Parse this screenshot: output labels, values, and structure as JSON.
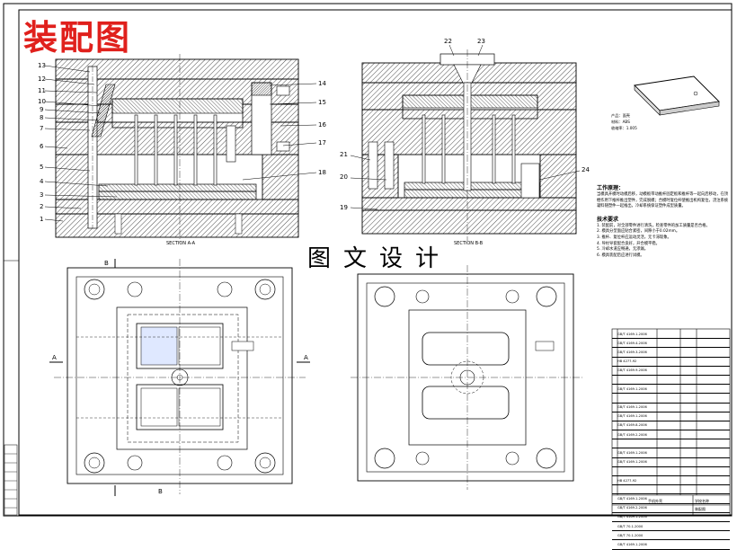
{
  "title": "装配图",
  "watermark": "图文设计",
  "section_labels": {
    "aa": "SECTION A-A",
    "bb": "SECTION B-B"
  },
  "section_marks": {
    "a": "A",
    "b": "B"
  },
  "callouts_left": [
    "13",
    "12",
    "11",
    "10",
    "9",
    "8",
    "7",
    "6",
    "5",
    "4",
    "3",
    "2",
    "1"
  ],
  "callouts_right": [
    "14",
    "15",
    "16",
    "17",
    "18"
  ],
  "callouts_b": [
    "22",
    "23",
    "21",
    "20",
    "19",
    "24"
  ],
  "part_info": {
    "name": "产品：面壳",
    "material": "材料：ABS",
    "shrink": "收缩率：1.005"
  },
  "work_principle_title": "工作原理：",
  "work_principle_text": "当模具开模时动模后移，动模板带动推杆固定板和推杆等一起向后移动，在顶棍作用下推杆推出塑件，完成脱模；合模时复位杆使推出机构复位，浇注系统凝料随塑件一起推出，冷却系统保证塑件成型质量。",
  "tech_title": "技术要求",
  "tech_items": [
    "1. 装配前，对全部零件进行清洗，检查零件的加工质量是否合格。",
    "2. 模具分型面应贴合紧密，间隙小于0.02mm。",
    "3. 推杆、复位杆应运动灵活，无卡滞现象。",
    "4. 导柱导套配合良好，开合模平稳。",
    "5. 冷却水道应畅通，无渗漏。",
    "6. 模具装配后应进行试模。"
  ],
  "bom_rows": [
    [
      "GB/T 4169.1-2006",
      "",
      "",
      ""
    ],
    [
      "GB/T 4169.4-2006",
      "",
      "",
      ""
    ],
    [
      "GB/T 4169.3-2006",
      "",
      "",
      ""
    ],
    [
      "HB 4277-92",
      "",
      "",
      ""
    ],
    [
      "GB/T 4169.9-2006",
      "",
      "",
      ""
    ],
    [
      "",
      "",
      "",
      ""
    ],
    [
      "GB/T 4169.1-2006",
      "",
      "",
      ""
    ],
    [
      "",
      "",
      "",
      ""
    ],
    [
      "GB/T 4169.1-2006",
      "",
      "",
      ""
    ],
    [
      "GB/T 4169.1-2006",
      "",
      "",
      ""
    ],
    [
      "GB/T 4169.8-2006",
      "",
      "",
      ""
    ],
    [
      "GB/T 4169.2-2006",
      "",
      "",
      ""
    ],
    [
      "",
      "",
      "",
      ""
    ],
    [
      "GB/T 4169.1-2006",
      "",
      "",
      ""
    ],
    [
      "GB/T 4169.1-2006",
      "",
      "",
      ""
    ],
    [
      "",
      "",
      "",
      ""
    ],
    [
      "HB 4277-92",
      "",
      "",
      ""
    ],
    [
      "",
      "",
      "",
      ""
    ],
    [
      "GB/T 4169.1-2006",
      "",
      "",
      ""
    ],
    [
      "GB/T 4169.2-2006",
      "",
      "",
      ""
    ],
    [
      "GB/T 4169.1-2006",
      "",
      "",
      ""
    ],
    [
      "GB/T 70.1-2000",
      "",
      "",
      ""
    ],
    [
      "GB/T 70.1-2000",
      "",
      "",
      ""
    ],
    [
      "GB/T 4169.1-2006",
      "",
      "",
      ""
    ]
  ],
  "title_block": {
    "school": "学校名称",
    "drawing": "装配图",
    "name": "手机外壳"
  }
}
